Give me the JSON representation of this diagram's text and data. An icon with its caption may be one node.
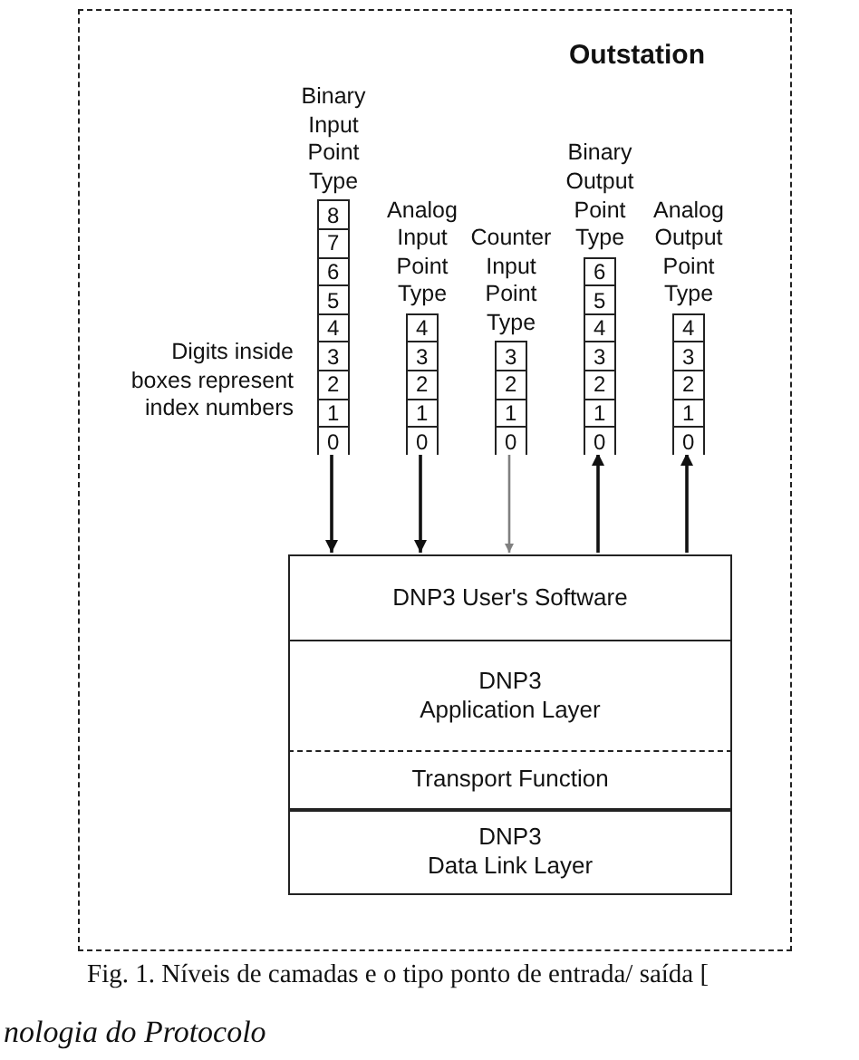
{
  "diagram": {
    "caption": "Fig. 1. Níveis de camadas e o tipo ponto de entrada/ saída [",
    "nodes": [
      {
        "text": [
          "Outstation"
        ]
      },
      {
        "text": [
          "Binary Input Point Type"
        ],
        "in": 0
      },
      {
        "text": [
          "8"
        ],
        "in": 1
      },
      {
        "text": [
          "7"
        ],
        "in": 1
      },
      {
        "text": [
          "6"
        ],
        "in": 1
      },
      {
        "text": [
          "5"
        ],
        "in": 1
      },
      {
        "text": [
          "4"
        ],
        "in": 1
      },
      {
        "text": [
          "3"
        ],
        "in": 1
      },
      {
        "text": [
          "2"
        ],
        "in": 1
      },
      {
        "text": [
          "1"
        ],
        "in": 1
      },
      {
        "text": [
          "0"
        ],
        "in": 1
      },
      {
        "text": [
          "Analog Input Point Type"
        ],
        "in": 0
      },
      {
        "text": [
          "4"
        ],
        "in": 11
      },
      {
        "text": [
          "3"
        ],
        "in": 11
      },
      {
        "text": [
          "2"
        ],
        "in": 11
      },
      {
        "text": [
          "1"
        ],
        "in": 11
      },
      {
        "text": [
          "0"
        ],
        "in": 11
      },
      {
        "text": [
          "Counter Input Point Type"
        ],
        "in": 0
      },
      {
        "text": [
          "3"
        ],
        "in": 17
      },
      {
        "text": [
          "2"
        ],
        "in": 17
      },
      {
        "text": [
          "1"
        ],
        "in": 17
      },
      {
        "text": [
          "0"
        ],
        "in": 17
      },
      {
        "text": [
          "Binary Output Point Type"
        ],
        "in": 0
      },
      {
        "text": [
          "6"
        ],
        "in": 22
      },
      {
        "text": [
          "5"
        ],
        "in": 22
      },
      {
        "text": [
          "4"
        ],
        "in": 22
      },
      {
        "text": [
          "3"
        ],
        "in": 22
      },
      {
        "text": [
          "2"
        ],
        "in": 22
      },
      {
        "text": [
          "1"
        ],
        "in": 22
      },
      {
        "text": [
          "0"
        ],
        "in": 22
      },
      {
        "text": [
          "Analog Output Point Type"
        ],
        "in": 0
      },
      {
        "text": [
          "4"
        ],
        "in": 30
      },
      {
        "text": [
          "3"
        ],
        "in": 30
      },
      {
        "text": [
          "2"
        ],
        "in": 30
      },
      {
        "text": [
          "1"
        ],
        "in": 30
      },
      {
        "text": [
          "0"
        ],
        "in": 30
      },
      {
        "text": [
          "DNP3 User's Software"
        ],
        "in": 0
      },
      {
        "text": [
          "DNP3",
          "Application Layer"
        ],
        "in": 0
      },
      {
        "text": [
          "Transport Function"
        ],
        "in": 0
      },
      {
        "text": [
          "DNP3",
          "Data Link Layer"
        ],
        "in": 0
      }
    ],
    "edges": [
      {
        "from": 1,
        "to": 36,
        "arrow": "to"
      },
      {
        "from": 11,
        "to": 36,
        "arrow": "to"
      },
      {
        "from": 17,
        "to": 36,
        "arrow": "to",
        "color": "#808080"
      },
      {
        "from": 36,
        "to": 22,
        "arrow": "to"
      },
      {
        "from": 36,
        "to": 30,
        "arrow": "to"
      }
    ],
    "labels": [
      "Digits inside boxes represent index numbers",
      "nologia do Protocolo"
    ]
  }
}
